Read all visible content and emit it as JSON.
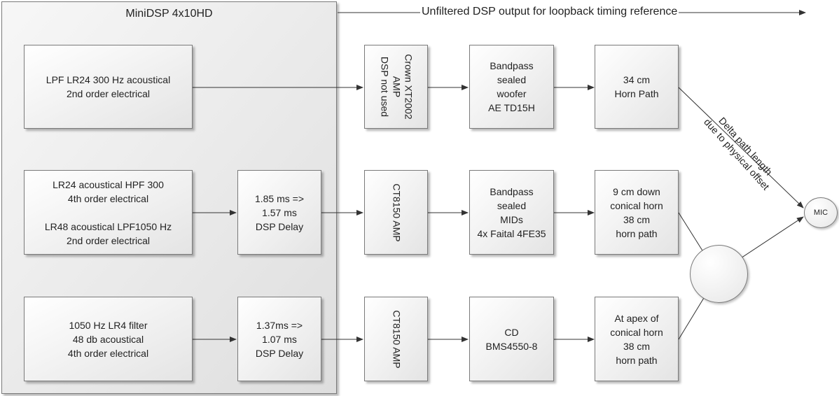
{
  "container": {
    "title": "MiniDSP 4x10HD"
  },
  "top_label": "Unfiltered DSP output for loopback timing reference",
  "row1": {
    "filter": [
      "LPF  LR24 300 Hz acoustical",
      "2nd order electrical"
    ],
    "amp": [
      "Crown XT2002",
      "AMP",
      "DSP not used"
    ],
    "driver": [
      "Bandpass",
      "sealed",
      "woofer",
      "AE TD15H"
    ],
    "path": [
      "34 cm",
      "Horn Path"
    ]
  },
  "row2": {
    "filter": [
      "LR24 acoustical HPF 300",
      "4th order electrical",
      "",
      "LR48 acoustical LPF1050 Hz",
      "2nd order electrical"
    ],
    "delay": [
      "1.85 ms =>",
      "1.57 ms",
      "DSP Delay"
    ],
    "amp": [
      "CT8150 AMP"
    ],
    "driver": [
      "Bandpass",
      "sealed",
      "MIDs",
      "4x Faital 4FE35"
    ],
    "path": [
      "9 cm down",
      "conical horn",
      "38 cm",
      "horn path"
    ]
  },
  "row3": {
    "filter": [
      "1050 Hz LR4 filter",
      "48 db acoustical",
      "4th order electrical"
    ],
    "delay": [
      "1.37ms =>",
      "1.07 ms",
      "DSP Delay"
    ],
    "amp": [
      "CT8150 AMP"
    ],
    "driver": [
      "CD",
      "BMS4550-8"
    ],
    "path": [
      "At apex of",
      "conical horn",
      "38 cm",
      "horn path"
    ]
  },
  "delta_label": [
    "Delta path length",
    "due to physical offset"
  ],
  "mic": "MIC"
}
